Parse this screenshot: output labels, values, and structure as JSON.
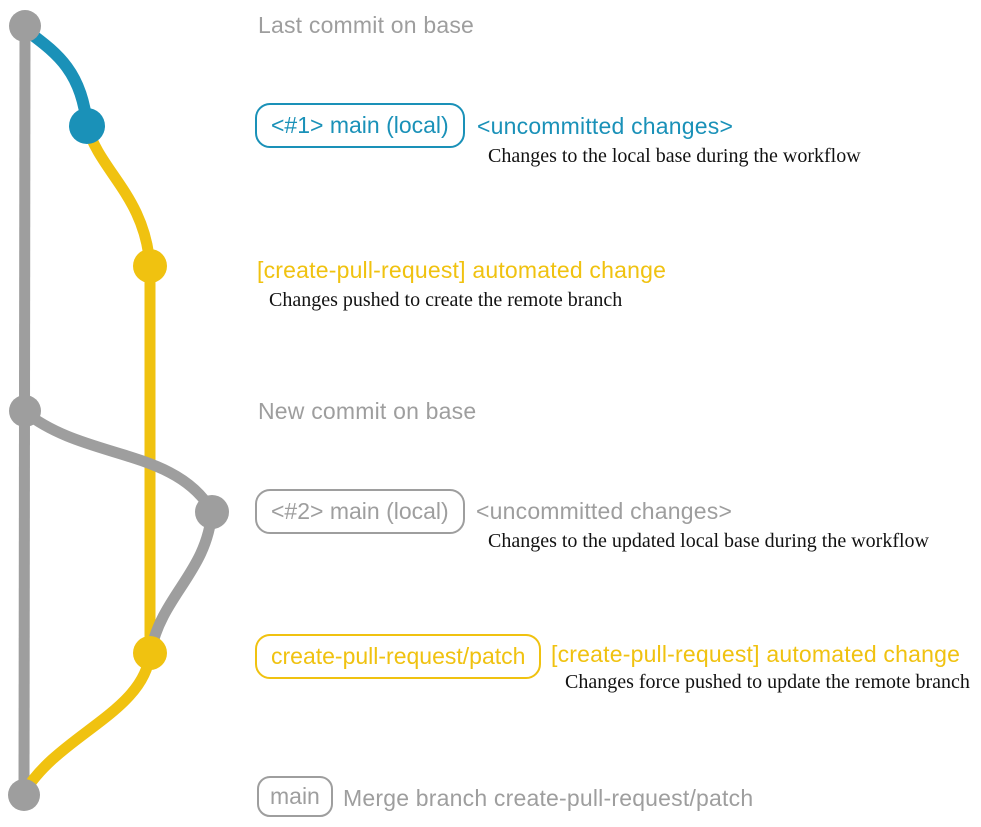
{
  "colors": {
    "gray": "#9e9e9e",
    "blue": "#1a91b8",
    "yellow": "#f0c210",
    "ink": "#121212",
    "background": "#ffffff"
  },
  "graph": {
    "branches": [
      {
        "name": "base",
        "color_key": "gray"
      },
      {
        "name": "main (local)",
        "color_key": "blue"
      },
      {
        "name": "create-pull-request/patch",
        "color_key": "yellow"
      }
    ],
    "commits": [
      {
        "id": "last-commit-on-base",
        "branch": "base",
        "color_key": "gray"
      },
      {
        "id": "main-local-1",
        "branch": "main (local)",
        "color_key": "blue"
      },
      {
        "id": "automated-change-1",
        "branch": "create-pull-request/patch",
        "color_key": "yellow"
      },
      {
        "id": "new-commit-on-base",
        "branch": "base",
        "color_key": "gray"
      },
      {
        "id": "main-local-2",
        "branch": "base",
        "color_key": "gray"
      },
      {
        "id": "automated-change-2",
        "branch": "create-pull-request/patch",
        "color_key": "yellow"
      },
      {
        "id": "merge-commit-on-base",
        "branch": "base",
        "color_key": "gray"
      }
    ]
  },
  "annotations": {
    "last_commit_on_base": "Last commit on base",
    "row_main_local_1": {
      "badge": "<#1> main (local)",
      "heading": "<uncommitted changes>",
      "description": "Changes to the local base during the workflow"
    },
    "row_automated_change_1": {
      "heading": "[create-pull-request] automated change",
      "description": "Changes pushed to create the remote branch"
    },
    "new_commit_on_base": "New commit on base",
    "row_main_local_2": {
      "badge": "<#2> main (local)",
      "heading": "<uncommitted changes>",
      "description": "Changes to the updated local base during the workflow"
    },
    "row_automated_change_2": {
      "badge": "create-pull-request/patch",
      "heading": "[create-pull-request] automated change",
      "description": "Changes force pushed to update the remote branch"
    },
    "row_merge": {
      "badge": "main",
      "heading": "Merge branch create-pull-request/patch"
    }
  }
}
